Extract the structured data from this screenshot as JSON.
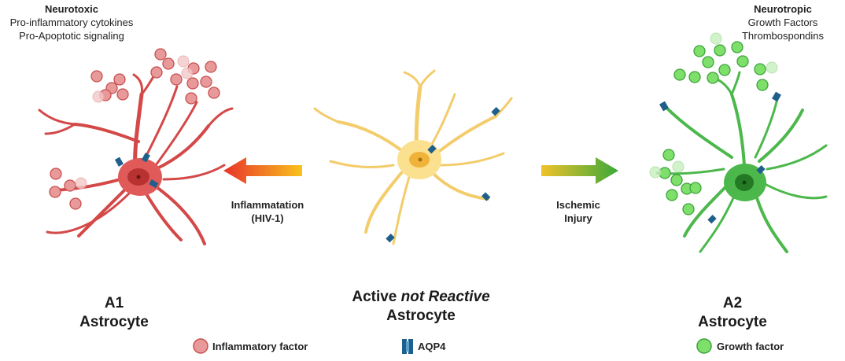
{
  "left_panel": {
    "header_bold": "Neurotoxic",
    "header_line2": "Pro-inflammatory cytokines",
    "header_line3": "Pro-Apoptotic signaling",
    "title_line1": "A1",
    "title_line2": "Astrocyte"
  },
  "right_panel": {
    "header_bold": "Neurotropic",
    "header_line2": "Growth Factors",
    "header_line3": "Thrombospondins",
    "title_line1": "A2",
    "title_line2": "Astrocyte"
  },
  "center_panel": {
    "title_part1": "Active ",
    "title_italic": "not Reactive",
    "title_line2": "Astrocyte"
  },
  "arrows": {
    "left_label_line1": "Inflammatation",
    "left_label_line2": "(HIV-1)",
    "right_label_line1": "Ischemic",
    "right_label_line2": "Injury"
  },
  "legend": {
    "inflammatory": "Inflammatory factor",
    "aqp4": "AQP4",
    "growth": "Growth factor"
  },
  "colors": {
    "a1_cell": "#e05a5a",
    "a1_factor": "#e89a9a",
    "center_cell": "#fbe08f",
    "a2_cell": "#4cb84c",
    "a2_factor": "#7ee06a",
    "aqp4": "#1f5f8b"
  }
}
